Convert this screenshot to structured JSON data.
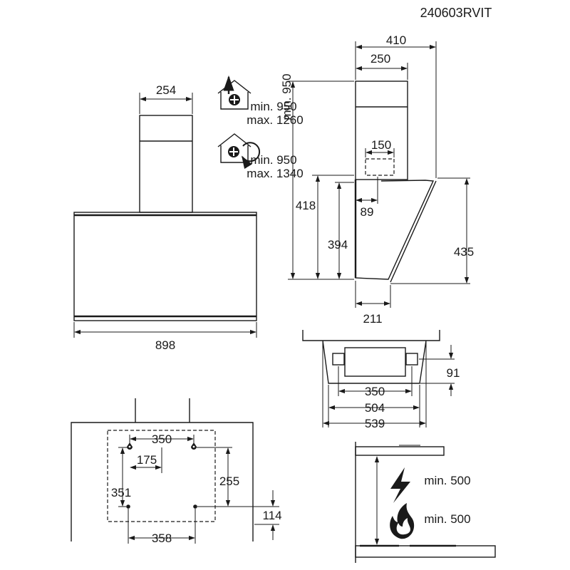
{
  "model_code": "240603RVIT",
  "front_view": {
    "chimney_width": "254",
    "hood_width": "898"
  },
  "ducting": {
    "extraction": {
      "min": "min. 950",
      "max": "max. 1260"
    },
    "recirculation": {
      "min": "min. 950",
      "max": "max. 1340"
    }
  },
  "side_view": {
    "depth_total": "410",
    "chimney_depth": "250",
    "outlet_width": "150",
    "outlet_offset": "89",
    "height_418": "418",
    "height_394": "394",
    "height_435": "435",
    "bottom_depth": "211"
  },
  "top_view": {
    "d91": "91",
    "d350": "350",
    "d504": "504",
    "d539": "539"
  },
  "mounting": {
    "d350": "350",
    "d175": "175",
    "d255": "255",
    "d351": "351",
    "d114": "114",
    "d358": "358"
  },
  "clearance": {
    "electric": "min. 500",
    "gas": "min. 500"
  }
}
